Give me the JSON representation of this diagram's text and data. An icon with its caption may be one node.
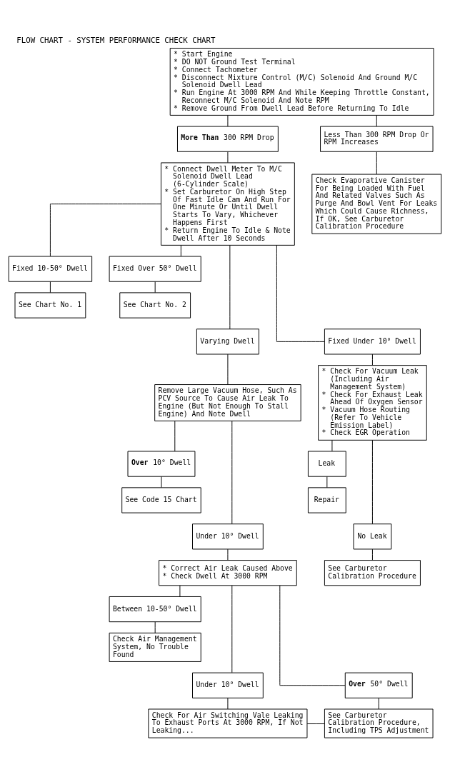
{
  "diagram": {
    "title": "FLOW CHART - SYSTEM PERFORMANCE CHECK CHART",
    "nodes": [
      {
        "text": [
          "* Start Engine",
          "* DO NOT Ground Test Terminal",
          "* Connect Tachometer",
          "* Disconnect Mixture Control (M/C) Solenoid And Ground M/C Solenoid Dwell Lead",
          "* Run Engine At 3000 RPM And While Keeping Throttle Constant, Reconnect M/C Solenoid And Note RPM",
          "* Remove Ground From Dwell Lead Before Returning To Idle"
        ]
      },
      {
        "text": [
          "**More Than** 300 RPM Drop"
        ]
      },
      {
        "text": [
          "Less Than 300 RPM Drop Or RPM Increases"
        ]
      },
      {
        "text": [
          "* Connect Dwell Meter To M/C Solenoid Dwell Lead (6-Cylinder Scale)",
          "* Set Carburetor On High Step Of Fast Idle Cam And Run For One Minute Or Until Dwell Starts To Vary, Whichever Happens First",
          "* Return Engine To Idle & Note Dwell After 10 Seconds"
        ]
      },
      {
        "text": [
          "Check Evaporative Canister For Being Loaded With Fuel And Related Valves Such As Purge And Bowl Vent For Leaks Which Could Cause Richness, If OK, See Carburetor Calibration Procedure"
        ]
      },
      {
        "text": [
          "Fixed 10-50° Dwell"
        ]
      },
      {
        "text": [
          "Fixed Over 50° Dwell"
        ]
      },
      {
        "text": [
          "See Chart No. 1"
        ]
      },
      {
        "text": [
          "See Chart No. 2"
        ]
      },
      {
        "text": [
          "Varying Dwell"
        ]
      },
      {
        "text": [
          "Fixed Under 10° Dwell"
        ]
      },
      {
        "text": [
          "Remove Large Vacuum Hose, Such As PCV Source To Cause Air Leak To Engine (But Not Enough To Stall Engine) And Note Dwell"
        ]
      },
      {
        "text": [
          "* Check For Vacuum Leak (Including Air Management System)",
          "* Check For Exhaust Leak Ahead Of Oxygen Sensor",
          "* Vacuum Hose Routing (Refer To Vehicle Emission Label)",
          "* Check EGR Operation"
        ]
      },
      {
        "text": [
          "**Over** 10° Dwell"
        ]
      },
      {
        "text": [
          "See Code 15 Chart"
        ]
      },
      {
        "text": [
          "Under 10° Dwell"
        ]
      },
      {
        "text": [
          "Leak"
        ]
      },
      {
        "text": [
          "Repair"
        ]
      },
      {
        "text": [
          "No Leak"
        ]
      },
      {
        "text": [
          "* Correct Air Leak Caused Above",
          "* Check Dwell At 3000 RPM"
        ]
      },
      {
        "text": [
          "See Carburetor Calibration Procedure"
        ]
      },
      {
        "text": [
          "Between 10-50° Dwell"
        ]
      },
      {
        "text": [
          "Check Air Management System, No Trouble Found"
        ]
      },
      {
        "text": [
          "Under 10° Dwell"
        ]
      },
      {
        "text": [
          "**Over** 50° Dwell"
        ]
      },
      {
        "text": [
          "Check For Air Switching Vale Leaking To Exhaust Ports At 3000 RPM, If Not Leaking..."
        ]
      },
      {
        "text": [
          "See Carburetor Calibration Procedure, Including TPS Adjustment"
        ]
      }
    ],
    "edges": [
      {
        "from": 0,
        "to": 1,
        "arrow": "none"
      },
      {
        "from": 0,
        "to": 2,
        "arrow": "none"
      },
      {
        "from": 1,
        "to": 3,
        "arrow": "none"
      },
      {
        "from": 2,
        "to": 4,
        "arrow": "none"
      },
      {
        "from": 3,
        "to": 5,
        "arrow": "none"
      },
      {
        "from": 3,
        "to": 6,
        "arrow": "none"
      },
      {
        "from": 3,
        "to": 9,
        "arrow": "none"
      },
      {
        "from": 3,
        "to": 10,
        "arrow": "none"
      },
      {
        "from": 5,
        "to": 7,
        "arrow": "none"
      },
      {
        "from": 6,
        "to": 8,
        "arrow": "none"
      },
      {
        "from": 9,
        "to": 11,
        "arrow": "none"
      },
      {
        "from": 10,
        "to": 12,
        "arrow": "none"
      },
      {
        "from": 11,
        "to": 13,
        "arrow": "none"
      },
      {
        "from": 11,
        "to": 15,
        "arrow": "none"
      },
      {
        "from": 13,
        "to": 14,
        "arrow": "none"
      },
      {
        "from": 12,
        "to": 16,
        "arrow": "none"
      },
      {
        "from": 12,
        "to": 18,
        "arrow": "none"
      },
      {
        "from": 16,
        "to": 17,
        "arrow": "none"
      },
      {
        "from": 18,
        "to": 20,
        "arrow": "none"
      },
      {
        "from": 15,
        "to": 19,
        "arrow": "none"
      },
      {
        "from": 19,
        "to": 21,
        "arrow": "none"
      },
      {
        "from": 19,
        "to": 23,
        "arrow": "none"
      },
      {
        "from": 19,
        "to": 24,
        "arrow": "none"
      },
      {
        "from": 21,
        "to": 22,
        "arrow": "none"
      },
      {
        "from": 23,
        "to": 25,
        "arrow": "none"
      },
      {
        "from": 24,
        "to": 26,
        "arrow": "none"
      },
      {
        "from": 25,
        "to": 26,
        "arrow": "none"
      }
    ]
  }
}
